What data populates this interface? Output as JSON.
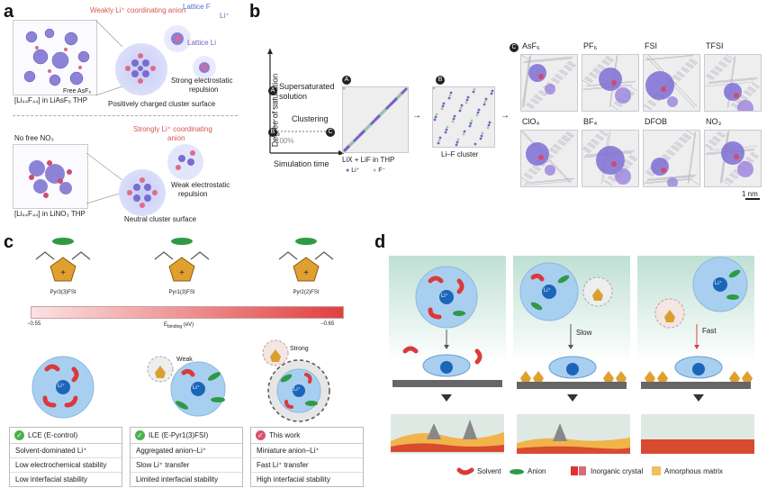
{
  "panel_labels": {
    "a": "a",
    "b": "b",
    "c": "c",
    "d": "d"
  },
  "panel_a": {
    "top": {
      "weakly_anion": "Weakly Li⁺ coordinating anion",
      "lattice_f": "Lattice F",
      "li_plus": "Li⁺",
      "lattice_li": "Lattice Li",
      "strong_repulsion_1": "Strong electrostatic",
      "strong_repulsion_2": "repulsion",
      "free_asf6": "Free AsF₆",
      "caption": "[Li₄₄F₄₄] in LiAsF₆ THP",
      "surface": "Positively charged cluster surface"
    },
    "bottom": {
      "no_free": "No free NO₃",
      "strongly_anion_1": "Strongly Li⁺ coordinating",
      "strongly_anion_2": "anion",
      "weak_repulsion_1": "Weak electrostatic",
      "weak_repulsion_2": "repulsion",
      "caption": "[Li₄₄F₄₄] in LiNO₃ THP",
      "surface": "Neutral cluster surface"
    }
  },
  "panel_b": {
    "ylabel": "Degree of saturation",
    "xlabel": "Simulation time",
    "marker_a": "A",
    "marker_b": "B",
    "marker_c": "C",
    "supersaturated_1": "Supersaturated",
    "supersaturated_2": "solution",
    "clustering": "Clustering",
    "pct": "100%",
    "sim_a_caption": "LiX + LiF in THP",
    "legend_li": "Li⁺",
    "legend_f": "F⁻",
    "sim_b_caption": "Li–F cluster",
    "anions": [
      "AsF₆",
      "PF₆",
      "FSI",
      "TFSI",
      "ClO₄",
      "BF₄",
      "DFOB",
      "NO₃"
    ],
    "scale": "1 nm"
  },
  "panel_c": {
    "cations": [
      "Pyr3(3)FSI",
      "Pyr1(3)FSI",
      "Pyr2(2)FSI"
    ],
    "scale_min": "−0.55",
    "scale_label": "E",
    "scale_label_sub": "binding",
    "scale_unit": "(eV)",
    "scale_max": "−0.65",
    "li_label": "Li⁺",
    "weak": "Weak",
    "strong": "Strong",
    "boxes": [
      {
        "title": "LCE (E-control)",
        "lines": [
          "Solvent-dominated Li⁺",
          "Low electrochemical stability",
          "Low interfacial stability"
        ],
        "color": "#4caf50"
      },
      {
        "title": "ILE (E-Pyr1(3)FSI)",
        "lines": [
          "Aggregated anion–Li⁺",
          "Slow Li⁺ transfer",
          "Limited interfacial stability"
        ],
        "color": "#4caf50"
      },
      {
        "title": "This work",
        "lines": [
          "Miniature anion–Li⁺",
          "Fast Li⁺ transfer",
          "High interfacial stability"
        ],
        "color": "#d9536f"
      }
    ]
  },
  "panel_d": {
    "li_label": "Li⁺",
    "slow": "Slow",
    "fast": "Fast",
    "legend": {
      "solvent": "Solvent",
      "anion": "Anion",
      "inorganic": "Inorganic crystal",
      "amorphous": "Amorphous matrix"
    }
  },
  "colors": {
    "accent_red": "#d9534f",
    "accent_blue": "#4a6fd1",
    "cation": "#e0a030",
    "anion": "#2f9a46",
    "solvent": "#d93a3a"
  }
}
